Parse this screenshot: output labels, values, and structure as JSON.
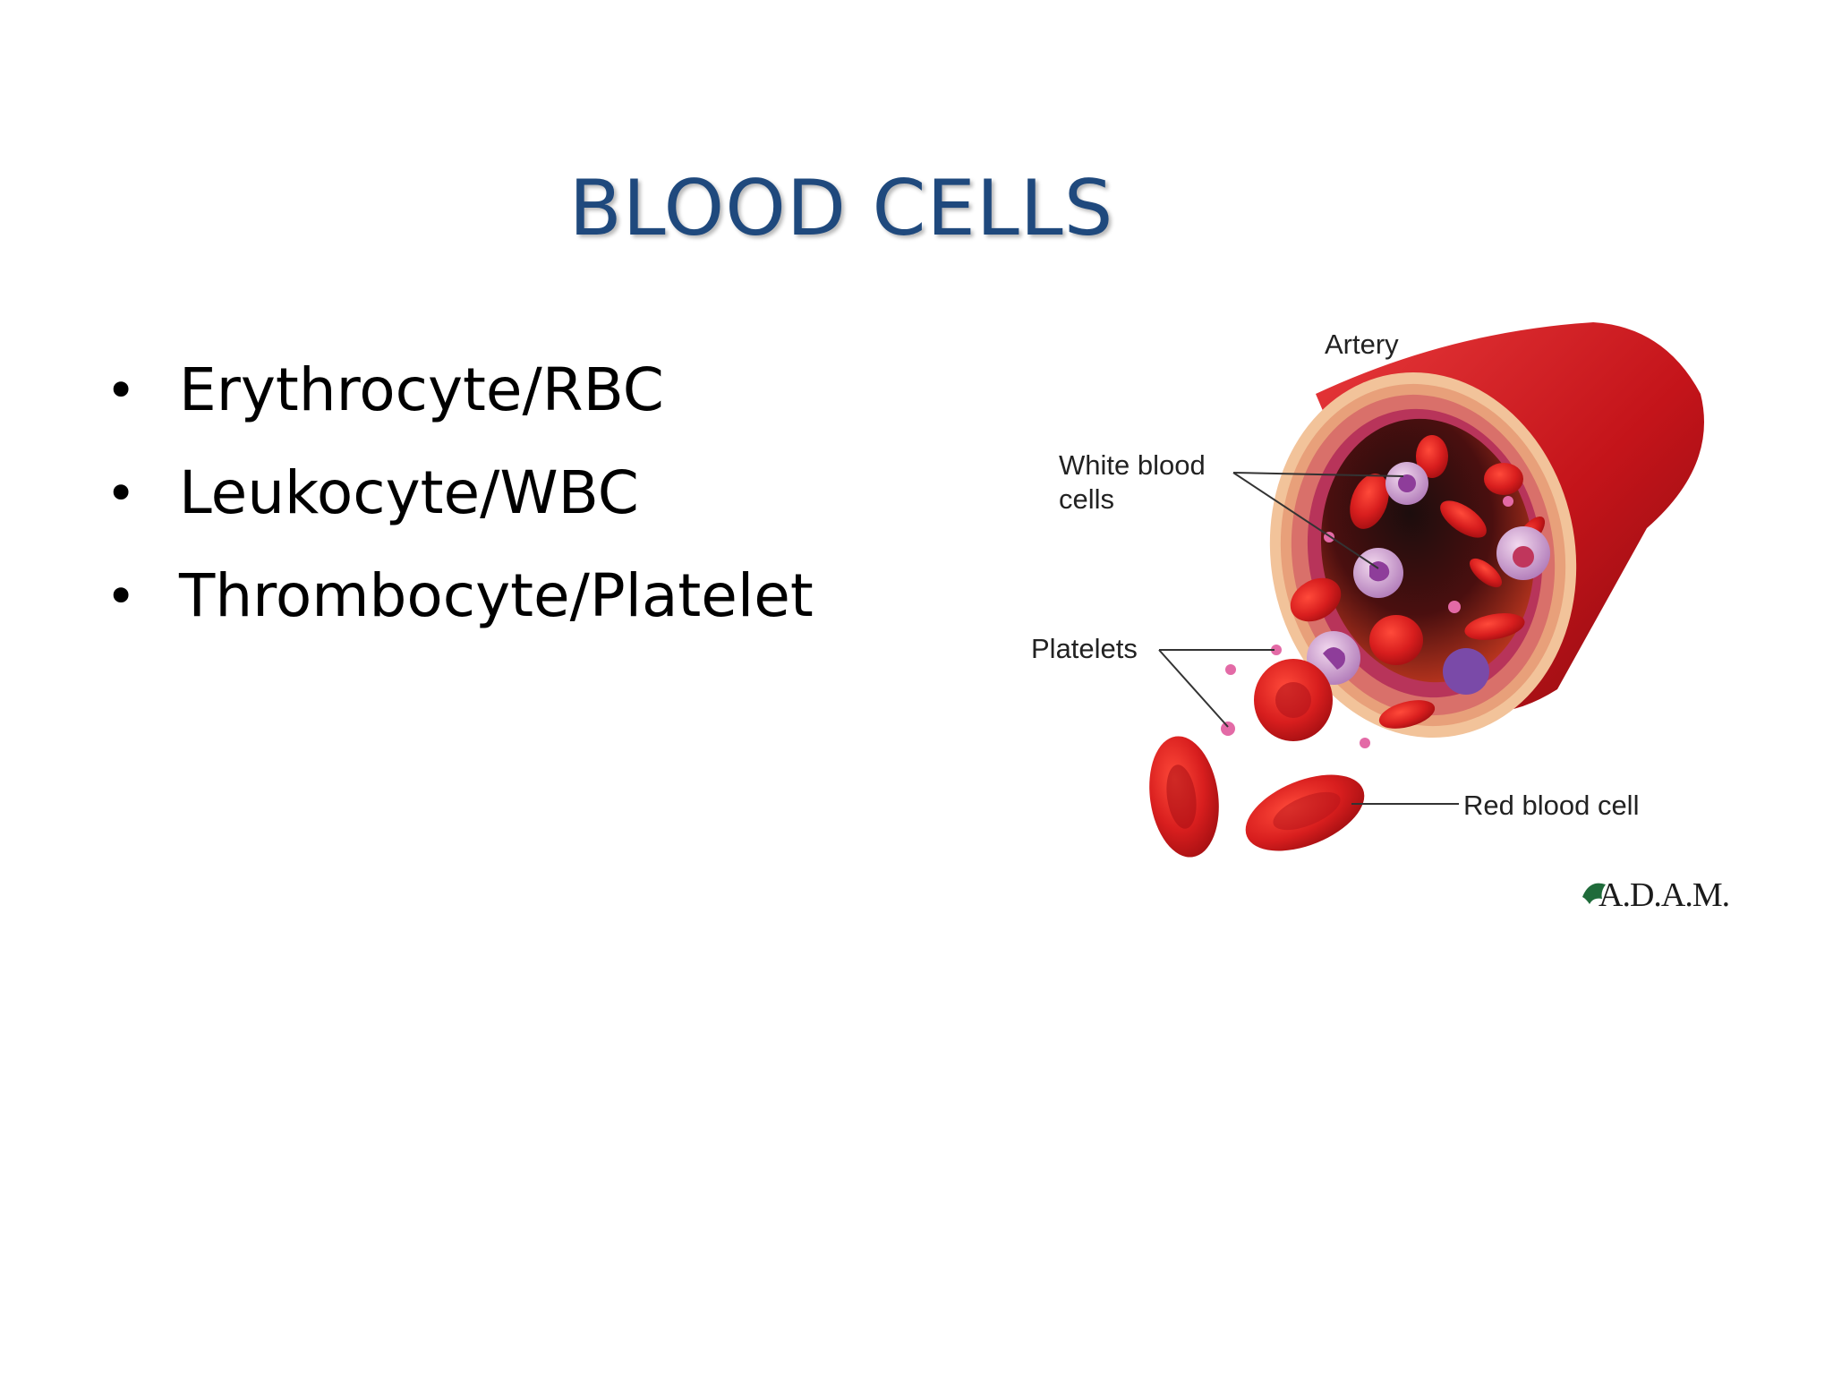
{
  "slide": {
    "title": "BLOOD CELLS",
    "bullets": [
      "Erythrocyte/RBC",
      "Leukocyte/WBC",
      "Thrombocyte/Platelet"
    ],
    "bullet_symbol": "•"
  },
  "figure": {
    "labels": {
      "artery": "Artery",
      "wbc_line1": "White blood",
      "wbc_line2": "cells",
      "platelets": "Platelets",
      "rbc": "Red blood cell"
    },
    "logo": "A.D.A.M."
  },
  "colors": {
    "title": "#1f497d",
    "text": "#000000",
    "artery_red": "#c8161d",
    "rbc_red": "#d81e1e",
    "wbc_purple": "#9b59b6",
    "platelet_pink": "#e36aa6"
  }
}
